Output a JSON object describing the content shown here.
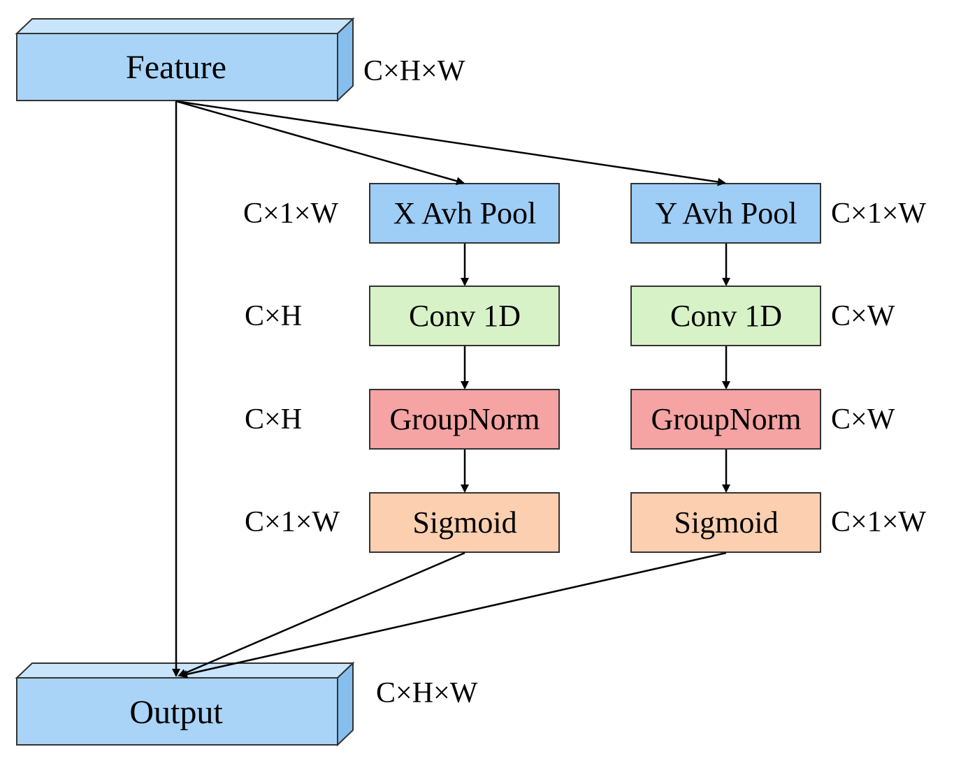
{
  "nodes": {
    "feature": {
      "label": "Feature",
      "dims": "C×H×W"
    },
    "output": {
      "label": "Output",
      "dims": "C×H×W"
    },
    "x_branch": {
      "pool": {
        "label": "X Avh Pool",
        "dims": "C×1×W"
      },
      "conv": {
        "label": "Conv 1D",
        "dims": "C×H"
      },
      "norm": {
        "label": "GroupNorm",
        "dims": "C×H"
      },
      "sigmoid": {
        "label": "Sigmoid",
        "dims": "C×1×W"
      }
    },
    "y_branch": {
      "pool": {
        "label": "Y Avh Pool",
        "dims": "C×1×W"
      },
      "conv": {
        "label": "Conv 1D",
        "dims": "C×W"
      },
      "norm": {
        "label": "GroupNorm",
        "dims": "C×W"
      },
      "sigmoid": {
        "label": "Sigmoid",
        "dims": "C×1×W"
      }
    }
  },
  "colors": {
    "io_face": "#a9d4f7",
    "io_top": "#c9e5fb",
    "io_side": "#86bfee",
    "pool": "#9ecdf5",
    "conv": "#d8f2c8",
    "norm": "#f5a3a3",
    "sigmoid": "#fbcfb0"
  }
}
